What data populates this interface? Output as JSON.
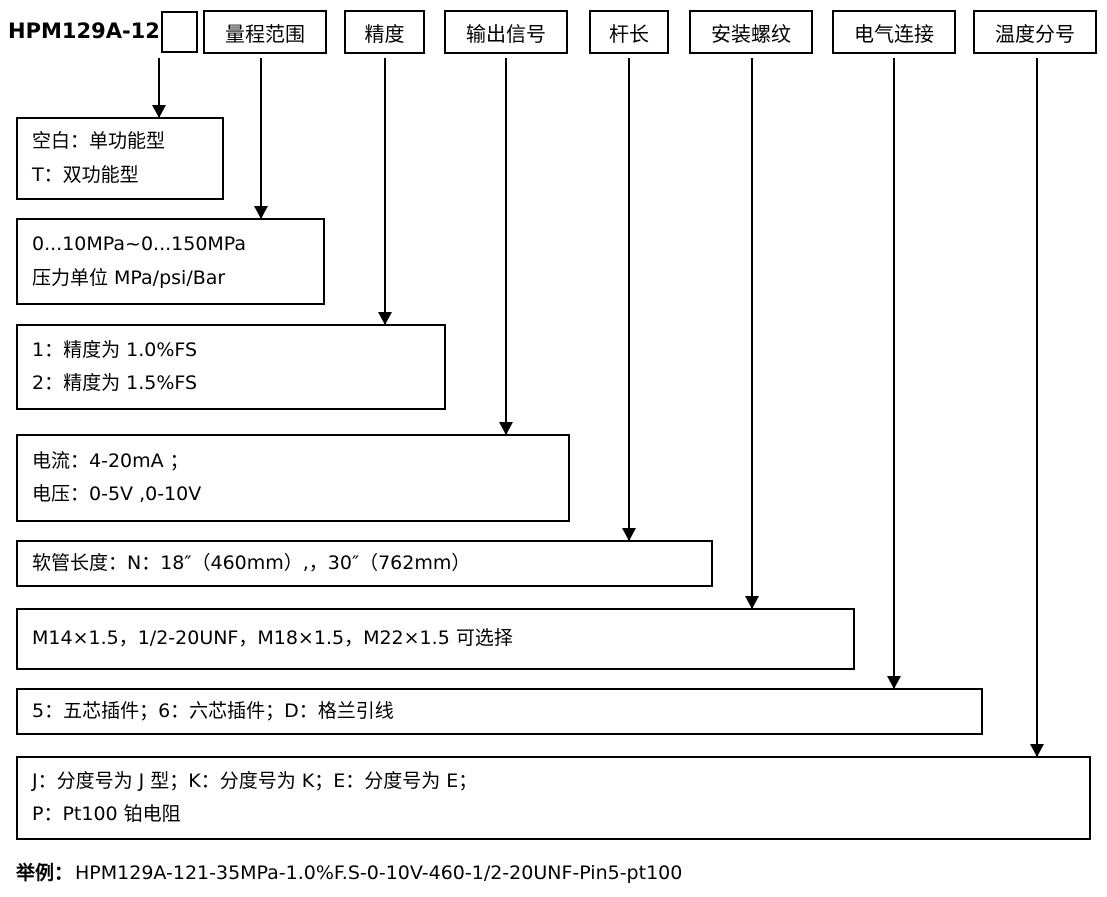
{
  "model": {
    "code": "HPM129A-121",
    "variant_placeholder": ""
  },
  "headers": [
    {
      "label": "量程范围"
    },
    {
      "label": "精度"
    },
    {
      "label": "输出信号"
    },
    {
      "label": "杆长"
    },
    {
      "label": "安装螺纹"
    },
    {
      "label": "电气连接"
    },
    {
      "label": "温度分号"
    }
  ],
  "options": [
    {
      "key": "function-type",
      "lines": [
        "空白：单功能型",
        "T：双功能型"
      ]
    },
    {
      "key": "range",
      "lines": [
        "0...10MPa~0...150MPa",
        "压力单位 MPa/psi/Bar"
      ]
    },
    {
      "key": "accuracy",
      "lines": [
        "1：精度为 1.0%FS",
        "2：精度为 1.5%FS"
      ]
    },
    {
      "key": "output-signal",
      "lines": [
        "电流：4-20mA ；",
        "电压：0-5V ,0-10V"
      ]
    },
    {
      "key": "rod-length",
      "lines": [
        "软管长度：N：18″（460mm）,，30″（762mm）"
      ]
    },
    {
      "key": "mounting-thread",
      "lines": [
        "M14×1.5，1/2-20UNF，M18×1.5，M22×1.5 可选择"
      ]
    },
    {
      "key": "electrical-connection",
      "lines": [
        "5：五芯插件；6：六芯插件；D：格兰引线"
      ]
    },
    {
      "key": "temperature-code",
      "lines": [
        "J：分度号为 J 型；K：分度号为 K；E：分度号为 E；",
        "P：Pt100 铂电阻"
      ]
    }
  ],
  "example": {
    "label": "举例：",
    "value": "HPM129A-121-35MPa-1.0%F.S-0-10V-460-1/2-20UNF-Pin5-pt100"
  }
}
